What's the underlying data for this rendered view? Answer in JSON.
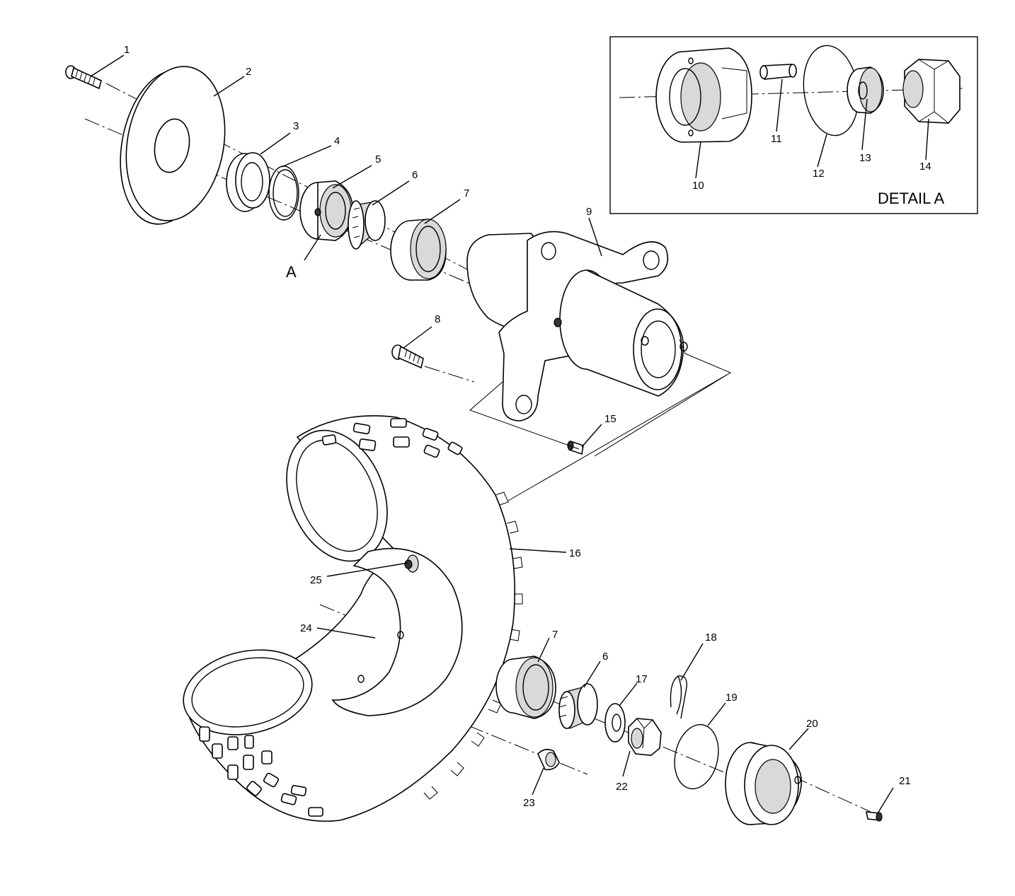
{
  "diagram": {
    "detail_title": "DETAIL A",
    "detail_ref": "A",
    "callouts": [
      {
        "id": "c1",
        "text": "1"
      },
      {
        "id": "c2",
        "text": "2"
      },
      {
        "id": "c3",
        "text": "3"
      },
      {
        "id": "c4",
        "text": "4"
      },
      {
        "id": "c5",
        "text": "5"
      },
      {
        "id": "c6a",
        "text": "6"
      },
      {
        "id": "c7a",
        "text": "7"
      },
      {
        "id": "c8",
        "text": "8"
      },
      {
        "id": "c9",
        "text": "9"
      },
      {
        "id": "c10",
        "text": "10"
      },
      {
        "id": "c11",
        "text": "11"
      },
      {
        "id": "c12",
        "text": "12"
      },
      {
        "id": "c13",
        "text": "13"
      },
      {
        "id": "c14",
        "text": "14"
      },
      {
        "id": "c15",
        "text": "15"
      },
      {
        "id": "c16",
        "text": "16"
      },
      {
        "id": "c7b",
        "text": "7"
      },
      {
        "id": "c6b",
        "text": "6"
      },
      {
        "id": "c17",
        "text": "17"
      },
      {
        "id": "c18",
        "text": "18"
      },
      {
        "id": "c19",
        "text": "19"
      },
      {
        "id": "c20",
        "text": "20"
      },
      {
        "id": "c21",
        "text": "21"
      },
      {
        "id": "c22",
        "text": "22"
      },
      {
        "id": "c23",
        "text": "23"
      },
      {
        "id": "c24",
        "text": "24"
      },
      {
        "id": "c25",
        "text": "25"
      }
    ]
  }
}
